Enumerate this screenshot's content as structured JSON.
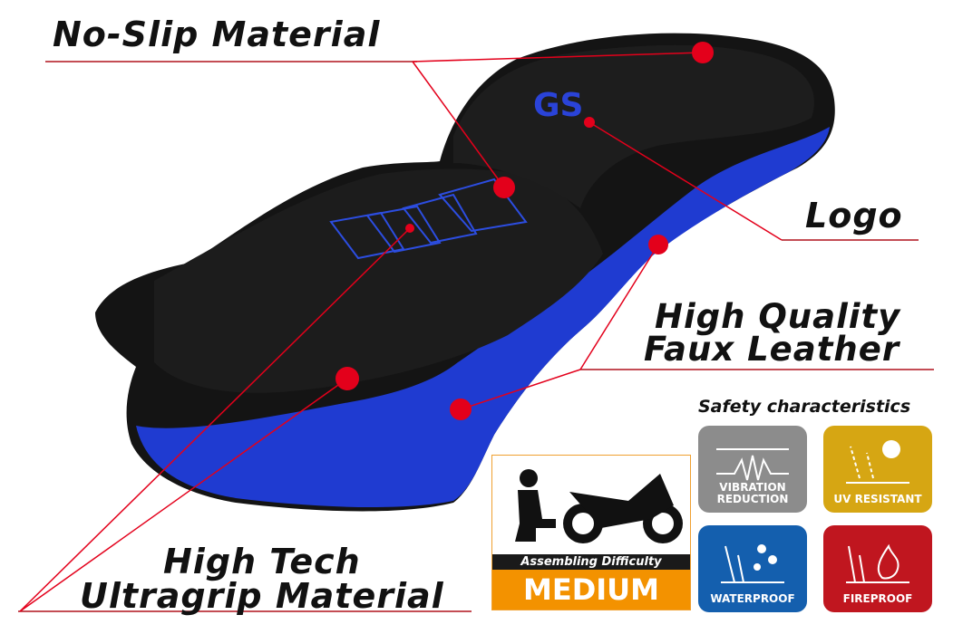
{
  "callouts": {
    "no_slip": "No-Slip Material",
    "logo": "Logo",
    "faux_leather_line1": "High Quality",
    "faux_leather_line2": "Faux Leather",
    "ultragrip_line1": "High Tech",
    "ultragrip_line2": "Ultragrip Material"
  },
  "seat_logo": "GS",
  "assembly": {
    "label": "Assembling Difficulty",
    "level": "MEDIUM",
    "icon": "mechanic-motorcycle-icon"
  },
  "safety": {
    "title": "Safety characteristics",
    "tiles": [
      {
        "label_line1": "VIBRATION",
        "label_line2": "REDUCTION",
        "color": "#8c8c8c",
        "icon": "vibration-icon"
      },
      {
        "label_line1": "UV RESISTANT",
        "label_line2": "",
        "color": "#d6a613",
        "icon": "sun-uv-icon"
      },
      {
        "label_line1": "WATERPROOF",
        "label_line2": "",
        "color": "#145fae",
        "icon": "water-drops-icon"
      },
      {
        "label_line1": "FIREPROOF",
        "label_line2": "",
        "color": "#c0161f",
        "icon": "flame-icon"
      }
    ]
  },
  "colors": {
    "accent_red": "#e3001b",
    "seat_blue": "#1f3bd1",
    "seat_black": "#111111"
  }
}
